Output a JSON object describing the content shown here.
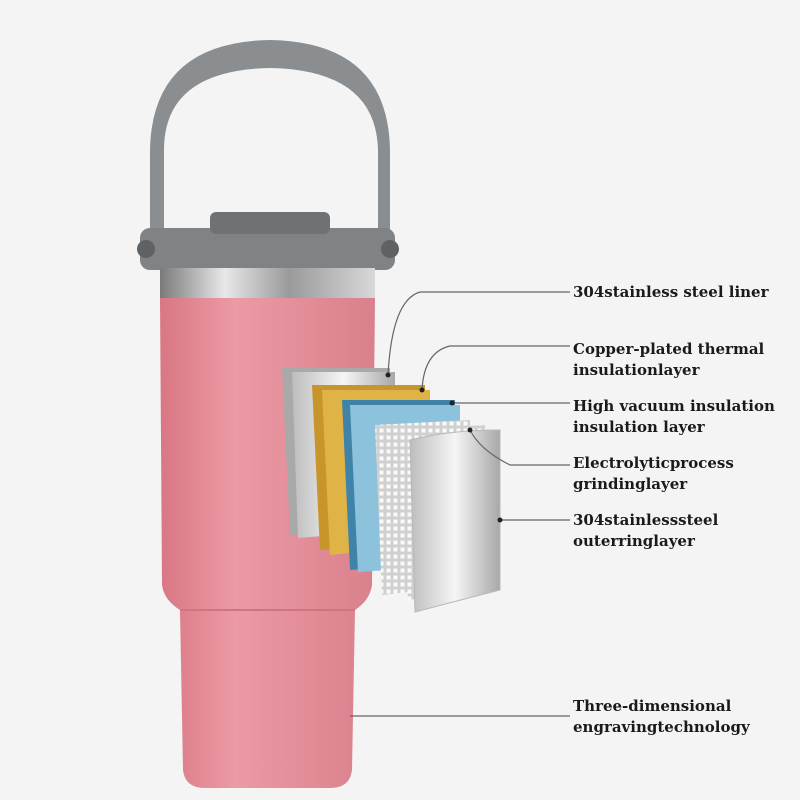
{
  "colors": {
    "body": "#e8909b",
    "lid": "#808386",
    "handle": "#8b8e91",
    "background": "#f4f4f4"
  },
  "labels": [
    {
      "line1": "304stainless steel liner",
      "line2": ""
    },
    {
      "line1": "Copper-plated thermal",
      "line2": "insulationlayer"
    },
    {
      "line1": "High vacuum insulation",
      "line2": "insulation layer"
    },
    {
      "line1": "Electrolyticprocess",
      "line2": "grindinglayer"
    },
    {
      "line1": "304stainlesssteel",
      "line2": "outerringlayer"
    },
    {
      "line1": "Three-dimensional",
      "line2": "engravingtechnology"
    }
  ]
}
